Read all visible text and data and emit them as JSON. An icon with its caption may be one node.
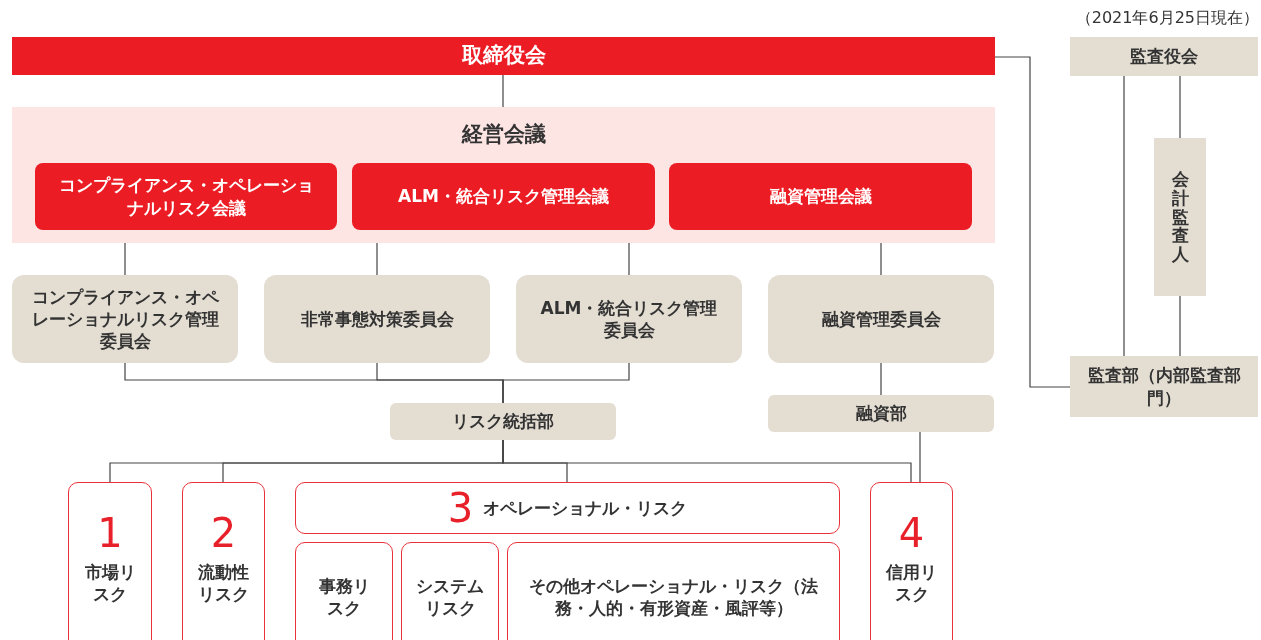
{
  "diagram": {
    "nodes": [
      {
        "text": [
          "取締役会"
        ]
      },
      {
        "text": [
          "経営会議"
        ]
      },
      {
        "text": [
          "コンプライアンス・オペレーショナルリスク会議"
        ],
        "in": 1
      },
      {
        "text": [
          "ALM・統合リスク管理会議"
        ],
        "in": 1
      },
      {
        "text": [
          "融資管理会議"
        ],
        "in": 1
      },
      {
        "text": [
          "コンプライアンス・オペレーショナルリスク管理委員会"
        ]
      },
      {
        "text": [
          "非常事態対策委員会"
        ]
      },
      {
        "text": [
          "ALM・統合リスク管理委員会"
        ]
      },
      {
        "text": [
          "融資管理委員会"
        ]
      },
      {
        "text": [
          "リスク統括部"
        ]
      },
      {
        "text": [
          "融資部"
        ]
      },
      {
        "text": [
          "監査役会"
        ]
      },
      {
        "text": [
          "会計監査人"
        ]
      },
      {
        "text": [
          "監査部（内部監査部門）"
        ]
      },
      {
        "text": [
          "1",
          "市場リスク"
        ]
      },
      {
        "text": [
          "2",
          "流動性リスク"
        ]
      },
      {
        "text": [
          "3",
          "オペレーショナル・リスク"
        ]
      },
      {
        "text": [
          "事務リスク"
        ]
      },
      {
        "text": [
          "システムリスク"
        ]
      },
      {
        "text": [
          "その他オペレーショナル・リスク（法務・人的・有形資産・風評等）"
        ]
      },
      {
        "text": [
          "4",
          "信用リスク"
        ]
      }
    ],
    "edges": [
      {
        "from": 0,
        "to": 1,
        "arrow": "none"
      },
      {
        "from": 1,
        "to": 5,
        "arrow": "none"
      },
      {
        "from": 1,
        "to": 6,
        "arrow": "none"
      },
      {
        "from": 1,
        "to": 7,
        "arrow": "none"
      },
      {
        "from": 1,
        "to": 8,
        "arrow": "none"
      },
      {
        "from": 5,
        "to": 9,
        "arrow": "none"
      },
      {
        "from": 6,
        "to": 9,
        "arrow": "none"
      },
      {
        "from": 7,
        "to": 9,
        "arrow": "none"
      },
      {
        "from": 8,
        "to": 10,
        "arrow": "none"
      },
      {
        "from": 9,
        "to": 14,
        "arrow": "none"
      },
      {
        "from": 9,
        "to": 15,
        "arrow": "none"
      },
      {
        "from": 9,
        "to": 16,
        "arrow": "none"
      },
      {
        "from": 9,
        "to": 20,
        "arrow": "none"
      },
      {
        "from": 10,
        "to": 20,
        "arrow": "none"
      },
      {
        "from": 0,
        "to": 13,
        "arrow": "none"
      },
      {
        "from": 11,
        "to": 13,
        "arrow": "none"
      },
      {
        "from": 11,
        "to": 12,
        "arrow": "none"
      },
      {
        "from": 12,
        "to": 13,
        "arrow": "none"
      }
    ],
    "labels": [
      "（2021年6月25日現在）"
    ]
  }
}
